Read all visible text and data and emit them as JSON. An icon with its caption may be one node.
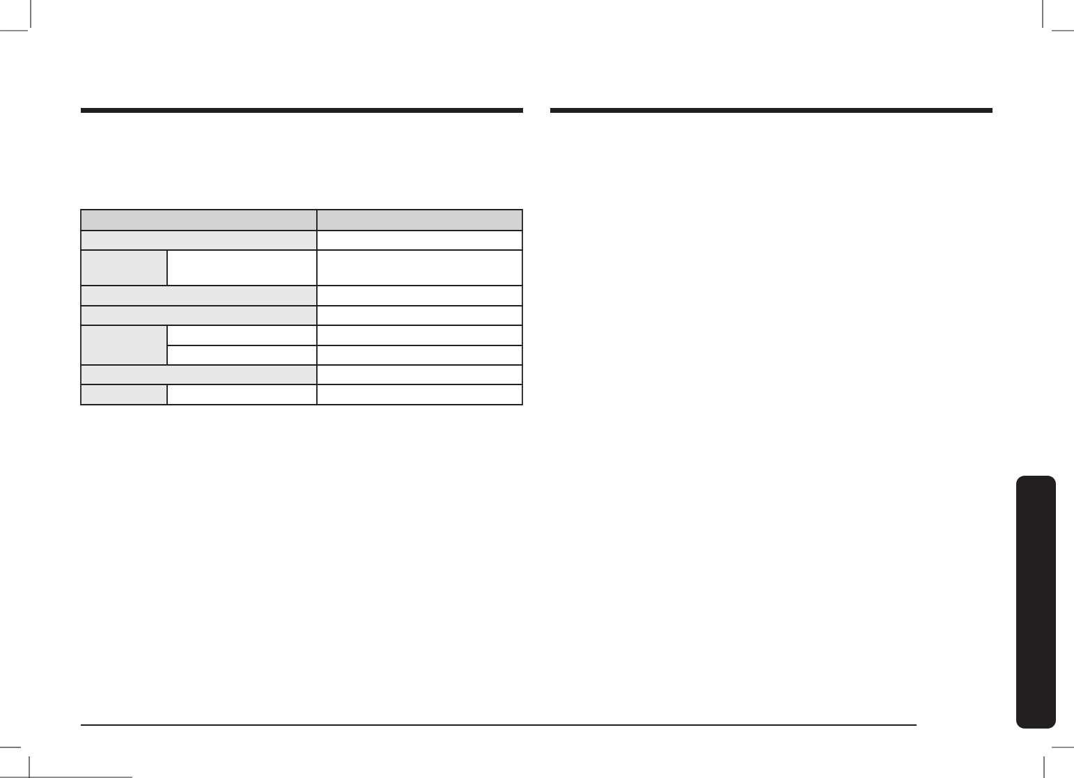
{
  "diagram": {
    "nodes": [
      {
        "text": [],
        "shape": "box"
      },
      {
        "text": [],
        "shape": "box"
      },
      {
        "text": [],
        "shape": "box"
      },
      {
        "text": [],
        "shape": "box"
      },
      {
        "text": [],
        "shape": "box"
      },
      {
        "text": [],
        "shape": "box"
      },
      {
        "text": [],
        "shape": "box"
      },
      {
        "text": [],
        "shape": "box"
      },
      {
        "text": [],
        "shape": "box"
      },
      {
        "text": [],
        "shape": "box"
      },
      {
        "text": [],
        "shape": "box"
      },
      {
        "text": [],
        "shape": "box"
      },
      {
        "text": [],
        "shape": "box"
      },
      {
        "text": [],
        "shape": "box"
      },
      {
        "text": [],
        "shape": "box"
      },
      {
        "text": [],
        "shape": "box"
      },
      {
        "text": [],
        "shape": "box"
      },
      {
        "text": [],
        "shape": "box"
      },
      {
        "text": [],
        "shape": "box"
      },
      {
        "text": [],
        "shape": "box"
      },
      {
        "text": [],
        "shape": "box"
      },
      {
        "text": [],
        "shape": "bar"
      }
    ]
  }
}
